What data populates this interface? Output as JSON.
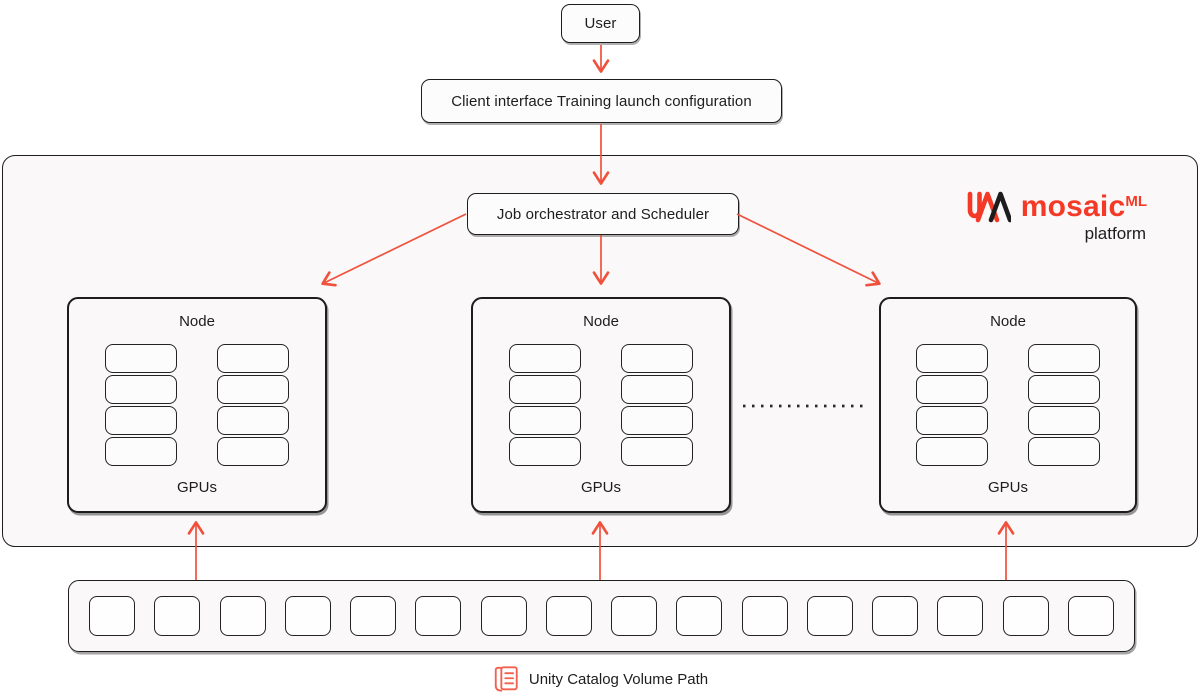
{
  "colors": {
    "arrow_red": "#F0513C",
    "logo_red": "#F43A26",
    "icon_red": "#F2604E",
    "ink": "#1D1D1F",
    "panel_bg": "#FAF8F8",
    "box_bg": "#FDFCFC",
    "page_bg": "#FFFFFF"
  },
  "flow": {
    "user_label": "User",
    "client_label": "Client interface Training launch configuration",
    "orchestrator_label": "Job orchestrator and Scheduler"
  },
  "logo": {
    "brand": "mosaic",
    "brand_superscript": "ML",
    "subtitle": "platform"
  },
  "nodes": [
    {
      "title": "Node",
      "subtitle": "GPUs",
      "gpu_columns": 2,
      "gpus_per_column": 4
    },
    {
      "title": "Node",
      "subtitle": "GPUs",
      "gpu_columns": 2,
      "gpus_per_column": 4
    },
    {
      "title": "Node",
      "subtitle": "GPUs",
      "gpu_columns": 2,
      "gpus_per_column": 4
    }
  ],
  "storage": {
    "slot_count": 16,
    "caption": "Unity Catalog Volume Path"
  },
  "connections": [
    {
      "from": "User",
      "to": "Client interface Training launch configuration"
    },
    {
      "from": "Client interface Training launch configuration",
      "to": "Job orchestrator and Scheduler"
    },
    {
      "from": "Job orchestrator and Scheduler",
      "to": "Node 1"
    },
    {
      "from": "Job orchestrator and Scheduler",
      "to": "Node 2"
    },
    {
      "from": "Job orchestrator and Scheduler",
      "to": "Node 3"
    },
    {
      "from": "Unity Catalog Volume storage",
      "to": "Node 1"
    },
    {
      "from": "Unity Catalog Volume storage",
      "to": "Node 2"
    },
    {
      "from": "Unity Catalog Volume storage",
      "to": "Node 3"
    }
  ]
}
